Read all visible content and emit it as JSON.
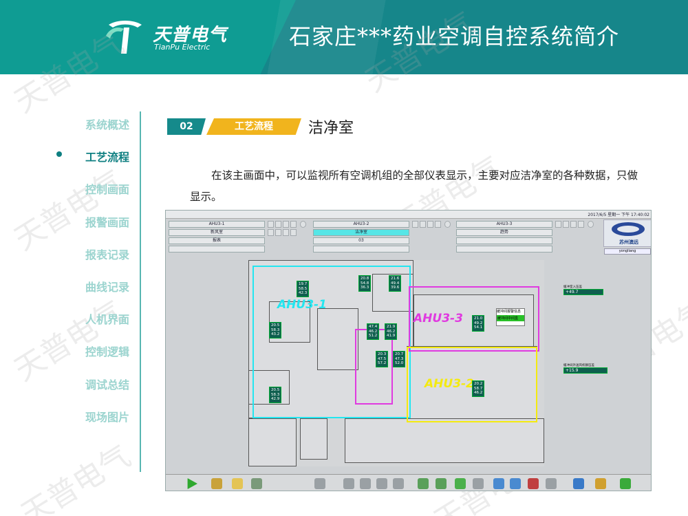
{
  "header": {
    "title": "石家庄***药业空调自控系统简介",
    "logo_text": "天普电气",
    "logo_sub": "TianPu Electric"
  },
  "watermark": "天普电气",
  "sidebar": {
    "items": [
      {
        "label": "系统概述",
        "active": false
      },
      {
        "label": "工艺流程",
        "active": true
      },
      {
        "label": "控制画面",
        "active": false
      },
      {
        "label": "报警画面",
        "active": false
      },
      {
        "label": "报表记录",
        "active": false
      },
      {
        "label": "曲线记录",
        "active": false
      },
      {
        "label": "人机界面",
        "active": false
      },
      {
        "label": "控制逻辑",
        "active": false
      },
      {
        "label": "调试总结",
        "active": false
      },
      {
        "label": "现场图片",
        "active": false
      }
    ]
  },
  "section": {
    "number": "02",
    "tag": "工艺流程",
    "title": "洁净室",
    "body": "在该主画面中，可以监视所有空调机组的全部仪表显示，主要对应洁净室的各种数据，只做显示。"
  },
  "screen": {
    "datetime": "2017/6/5 星期一 下午 17:40:02",
    "nav_rows": [
      [
        "AHU3-1",
        "AHU3-2",
        "AHU3-3"
      ],
      [
        "新风室",
        "洁净室",
        "趋势"
      ],
      [
        "报表",
        "03",
        ""
      ]
    ],
    "selected": "洁净室",
    "brand": "苏州澳远",
    "user": "yongliang",
    "zones": [
      "AHU3-1",
      "AHU3-2",
      "AHU3-3"
    ],
    "indicator_1": {
      "label": "缓冲室入压差",
      "value": "+49.7"
    },
    "indicator_2": {
      "label": "缓冲间外送风机静压差",
      "value": "+15.9"
    },
    "alarm_box": {
      "line1": "缓冲间报警信息",
      "line2": "缓冲间中间盒"
    },
    "readings": [
      [
        "19.7",
        "58.5",
        "42.3"
      ],
      [
        "20.8",
        "54.8",
        "36.3"
      ],
      [
        "21.6",
        "49.4",
        "39.6"
      ],
      [
        "20.5",
        "58.3",
        "43.2"
      ],
      [
        "21.9",
        "46.2",
        "41.9"
      ],
      [
        "47.4",
        "46.2",
        "51.2"
      ],
      [
        "20.3",
        "47.5",
        "57.2"
      ],
      [
        "20.7",
        "47.3",
        "52.0"
      ],
      [
        "20.2",
        "58.7",
        "46.2"
      ],
      [
        "21.0",
        "49.2",
        "54.1"
      ],
      [
        "20.5",
        "58.3",
        "42.9"
      ]
    ]
  },
  "colors": {
    "header_bg": "#16868a",
    "accent_teal": "#158a8b",
    "accent_yellow": "#f1b41d",
    "sidebar_inactive": "#9bd4cf",
    "zone_cyan": "#22e6f0",
    "zone_magenta": "#e03ae0",
    "zone_yellow": "#f4ea10"
  }
}
